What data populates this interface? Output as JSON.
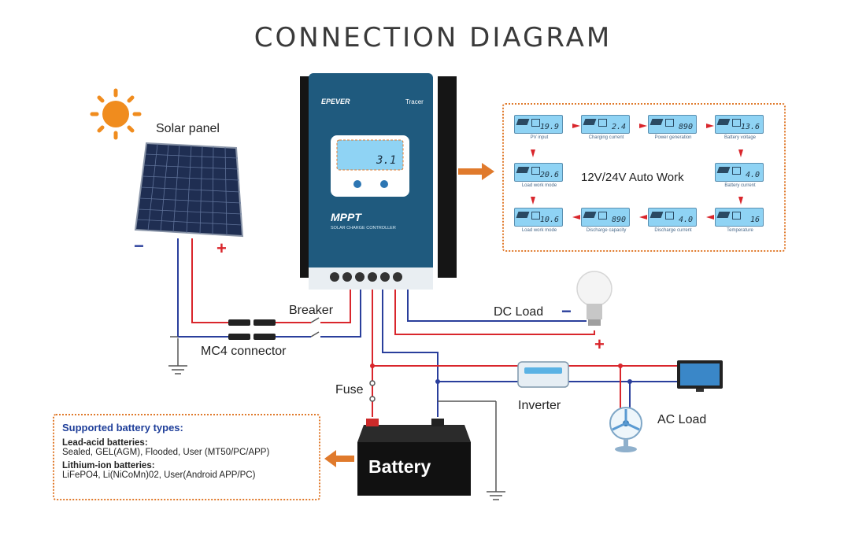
{
  "title": "CONNECTION DIAGRAM",
  "labels": {
    "solar_panel": "Solar panel",
    "minus": "−",
    "plus": "+",
    "breaker": "Breaker",
    "mc4": "MC4 connector",
    "dc_load": "DC Load",
    "fuse": "Fuse",
    "inverter": "Inverter",
    "ac_load": "AC Load",
    "battery": "Battery",
    "auto_work": "12V/24V  Auto Work"
  },
  "controller": {
    "brand": "EPEVER",
    "model": "Tracer",
    "mppt": "MPPT",
    "subtitle": "SOLAR CHARGE CONTROLLER",
    "display_value": "3.1"
  },
  "lcd_screens": [
    {
      "value": "19.9",
      "caption": "PV input"
    },
    {
      "value": "2.4",
      "caption": "Charging current"
    },
    {
      "value": "890",
      "caption": "Power generation"
    },
    {
      "value": "13.6",
      "caption": "Battery voltage"
    },
    {
      "value": "20.6",
      "caption": "Load work mode"
    },
    {
      "value": "4.0",
      "caption": "Battery current"
    },
    {
      "value": "10.6",
      "caption": "Load work mode"
    },
    {
      "value": "890",
      "caption": "Discharge capacity"
    },
    {
      "value": "4.0",
      "caption": "Discharge current"
    },
    {
      "value": "16",
      "caption": "Temperature"
    }
  ],
  "battery_info": {
    "heading": "Supported battery types:",
    "lead_acid_label": "Lead-acid batteries:",
    "lead_acid_types": "Sealed, GEL(AGM), Flooded,  User (MT50/PC/APP)",
    "lithium_label": "Lithium-ion batteries:",
    "lithium_types": "LiFePO4, Li(NiCoMn)02, User(Android APP/PC)"
  },
  "colors": {
    "positive_wire": "#d9262c",
    "negative_wire": "#2a3f9c",
    "accent_orange": "#e07a2c",
    "controller_blue": "#1f5a7e",
    "lcd_blue": "#8fd3f4"
  }
}
